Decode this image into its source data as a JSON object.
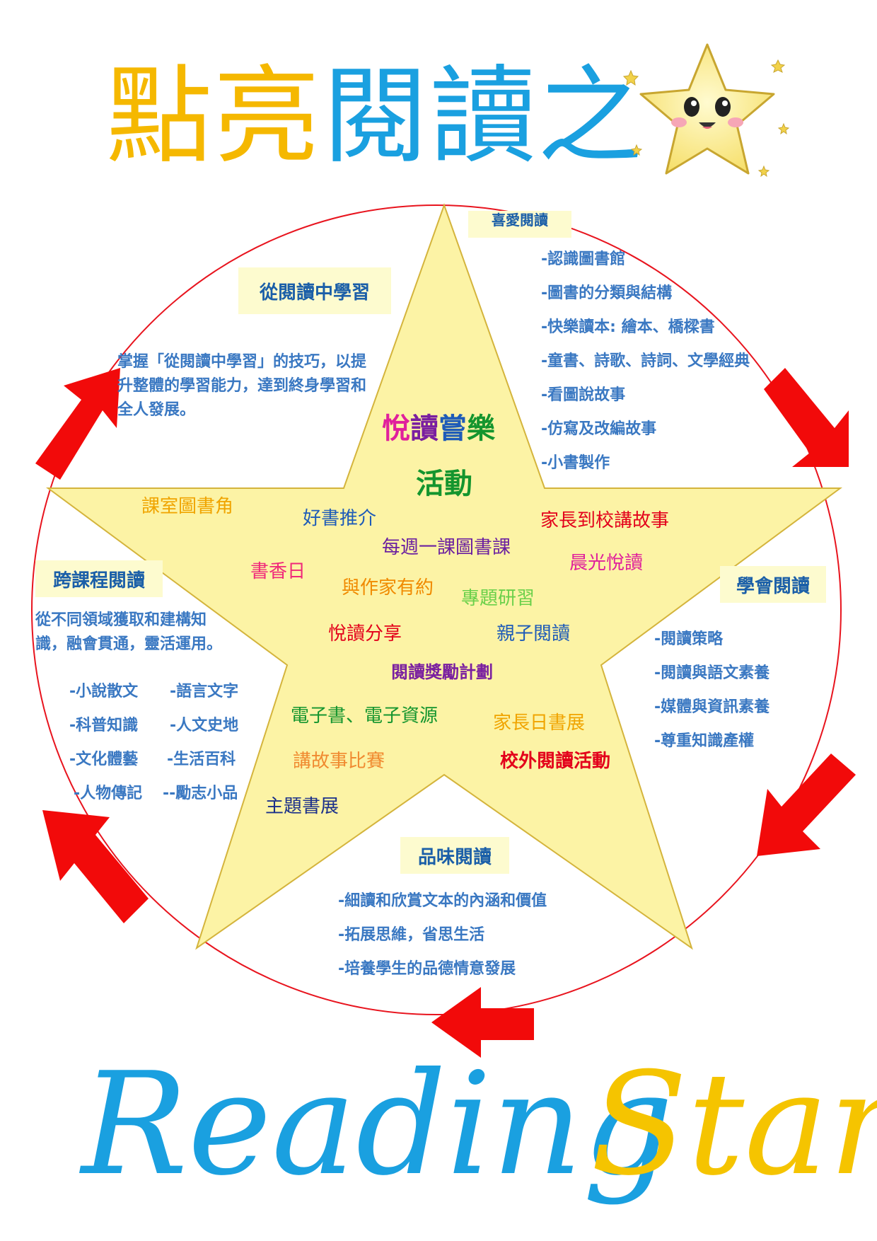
{
  "title": {
    "part1": "點亮",
    "part2": "閱讀之",
    "color1": "#f5b800",
    "color2": "#1aa0e0"
  },
  "center": {
    "word1": "悅",
    "word2": "讀",
    "word3": "嘗",
    "word4": "樂",
    "line2": "活動"
  },
  "sections": {
    "top_left": {
      "heading": "從閱讀中學習",
      "text": "掌握「從閱讀中學習」的技巧，以提升整體的學習能力，達到終身學習和全人發展。"
    },
    "top_right": {
      "heading": "喜愛閱讀",
      "items": [
        "-認識圖書館",
        "-圖書的分類與結構",
        "-快樂讀本: 繪本、橋樑書",
        "-童書、詩歌、詩詞、文學經典",
        "-看圖說故事",
        "-仿寫及改編故事",
        "-小書製作"
      ]
    },
    "left": {
      "heading": "跨課程閱讀",
      "text": "從不同領域獲取和建構知識，融會貫通，靈活運用。",
      "items_col1": [
        "-小說散文",
        "-科普知識",
        "-文化體藝",
        "-人物傳記"
      ],
      "items_col2": [
        "-語言文字",
        "-人文史地",
        "-生活百科",
        "--勵志小品"
      ]
    },
    "right": {
      "heading": "學會閱讀",
      "items": [
        "-閱讀策略",
        "-閱讀與語文素養",
        "-媒體與資訊素養",
        "-尊重知識產權"
      ]
    },
    "bottom": {
      "heading": "品味閱讀",
      "items": [
        "-細讀和欣賞文本的內涵和價值",
        "-拓展思維，省思生活",
        "-培養學生的品德情意發展"
      ]
    }
  },
  "activities": [
    {
      "label": "課室圖書角",
      "color": "#f0a400"
    },
    {
      "label": "好書推介",
      "color": "#1e5bb8"
    },
    {
      "label": "家長到校講故事",
      "color": "#e3001b"
    },
    {
      "label": "每週一課圖書課",
      "color": "#6a1fa0"
    },
    {
      "label": "晨光悅讀",
      "color": "#e0209c"
    },
    {
      "label": "書香日",
      "color": "#f0287a"
    },
    {
      "label": "與作家有約",
      "color": "#f08a00"
    },
    {
      "label": "專題研習",
      "color": "#6ad04a"
    },
    {
      "label": "悅讀分享",
      "color": "#e3001b"
    },
    {
      "label": "親子閱讀",
      "color": "#1e5bb8"
    },
    {
      "label": "閱讀獎勵計劃",
      "color": "#7a1fa0"
    },
    {
      "label": "電子書、電子資源",
      "color": "#14952e"
    },
    {
      "label": "家長日書展",
      "color": "#f0a400"
    },
    {
      "label": "講故事比賽",
      "color": "#f08a30"
    },
    {
      "label": "校外閱讀活動",
      "color": "#e3001b"
    },
    {
      "label": "主題書展",
      "color": "#1a2f8a"
    }
  ],
  "footer": {
    "word1": "Reading",
    "word2": "Star",
    "color1": "#1aa0e0",
    "color2": "#f5c400"
  }
}
